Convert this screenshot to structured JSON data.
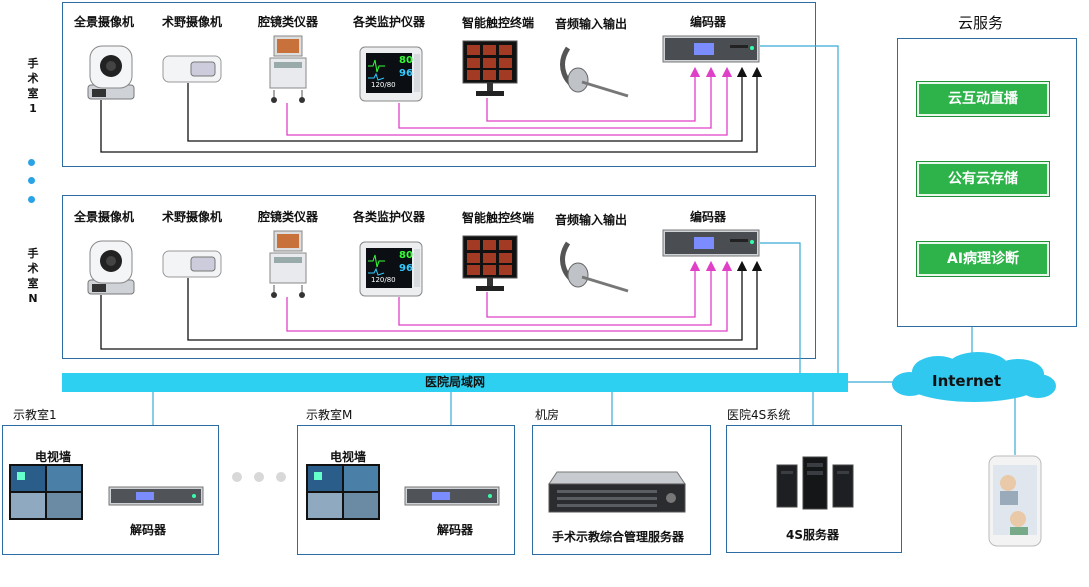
{
  "rooms": [
    {
      "name": "手术室1",
      "devices": [
        "全景摄像机",
        "术野摄像机",
        "腔镜类仪器",
        "各类监护仪器",
        "智能触控终端",
        "音频输入输出",
        "编码器"
      ]
    },
    {
      "name": "手术室N",
      "devices": [
        "全景摄像机",
        "术野摄像机",
        "腔镜类仪器",
        "各类监护仪器",
        "智能触控终端",
        "音频输入输出",
        "编码器"
      ]
    }
  ],
  "monitor_readings": {
    "hr": "80",
    "spo2": "96",
    "bp": "120/80"
  },
  "cloud": {
    "title": "云服务",
    "services": [
      "云互动直播",
      "公有云存储",
      "AI病理诊断"
    ]
  },
  "network": {
    "lan": "医院局域网",
    "internet": "Internet"
  },
  "bottom": {
    "room1": {
      "title": "示教室1",
      "tv": "电视墙",
      "decoder": "解码器"
    },
    "roomM": {
      "title": "示教室M",
      "tv": "电视墙",
      "decoder": "解码器"
    },
    "machine_room": {
      "title": "机房",
      "server": "手术示教综合管理服务器"
    },
    "system": {
      "title": "医院4S系统",
      "server": "4S服务器"
    }
  },
  "colors": {
    "lan": "#2dd0f0",
    "cloud_btn": "#2db34a",
    "signal": "#e040c8",
    "border": "#2e6da4"
  }
}
